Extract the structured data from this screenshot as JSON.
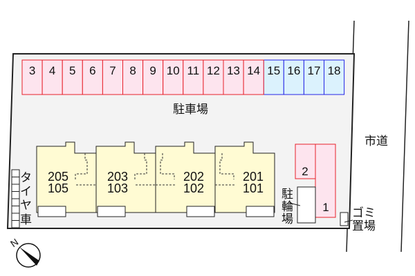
{
  "parking_lot": {
    "label": "駐車場",
    "spaces": [
      {
        "no": "3",
        "type": "red"
      },
      {
        "no": "4",
        "type": "red"
      },
      {
        "no": "5",
        "type": "red"
      },
      {
        "no": "6",
        "type": "red"
      },
      {
        "no": "7",
        "type": "red"
      },
      {
        "no": "8",
        "type": "red"
      },
      {
        "no": "9",
        "type": "red"
      },
      {
        "no": "10",
        "type": "red"
      },
      {
        "no": "11",
        "type": "red"
      },
      {
        "no": "12",
        "type": "red"
      },
      {
        "no": "13",
        "type": "red"
      },
      {
        "no": "14",
        "type": "red"
      },
      {
        "no": "15",
        "type": "blue"
      },
      {
        "no": "16",
        "type": "blue"
      },
      {
        "no": "17",
        "type": "blue"
      },
      {
        "no": "18",
        "type": "blue"
      }
    ],
    "side_spaces": [
      {
        "no": "2"
      },
      {
        "no": "1"
      }
    ]
  },
  "units": [
    {
      "upper": "205",
      "lower": "105"
    },
    {
      "upper": "203",
      "lower": "103"
    },
    {
      "upper": "202",
      "lower": "102"
    },
    {
      "upper": "201",
      "lower": "101"
    }
  ],
  "labels": {
    "road": "市道",
    "bicycle": [
      "駐",
      "輪",
      "場"
    ],
    "tire": [
      "タ",
      "イ",
      "ヤ",
      "車"
    ],
    "garbage_1": "ゴミ",
    "garbage_2": "置場",
    "north": "N"
  },
  "colors": {
    "red_stroke": "#e8202a",
    "red_fill": "#fde4ee",
    "blue_stroke": "#2424e6",
    "blue_fill": "#dbf2fd",
    "building": "#fffbd3",
    "lot": "#f3f3f3"
  }
}
